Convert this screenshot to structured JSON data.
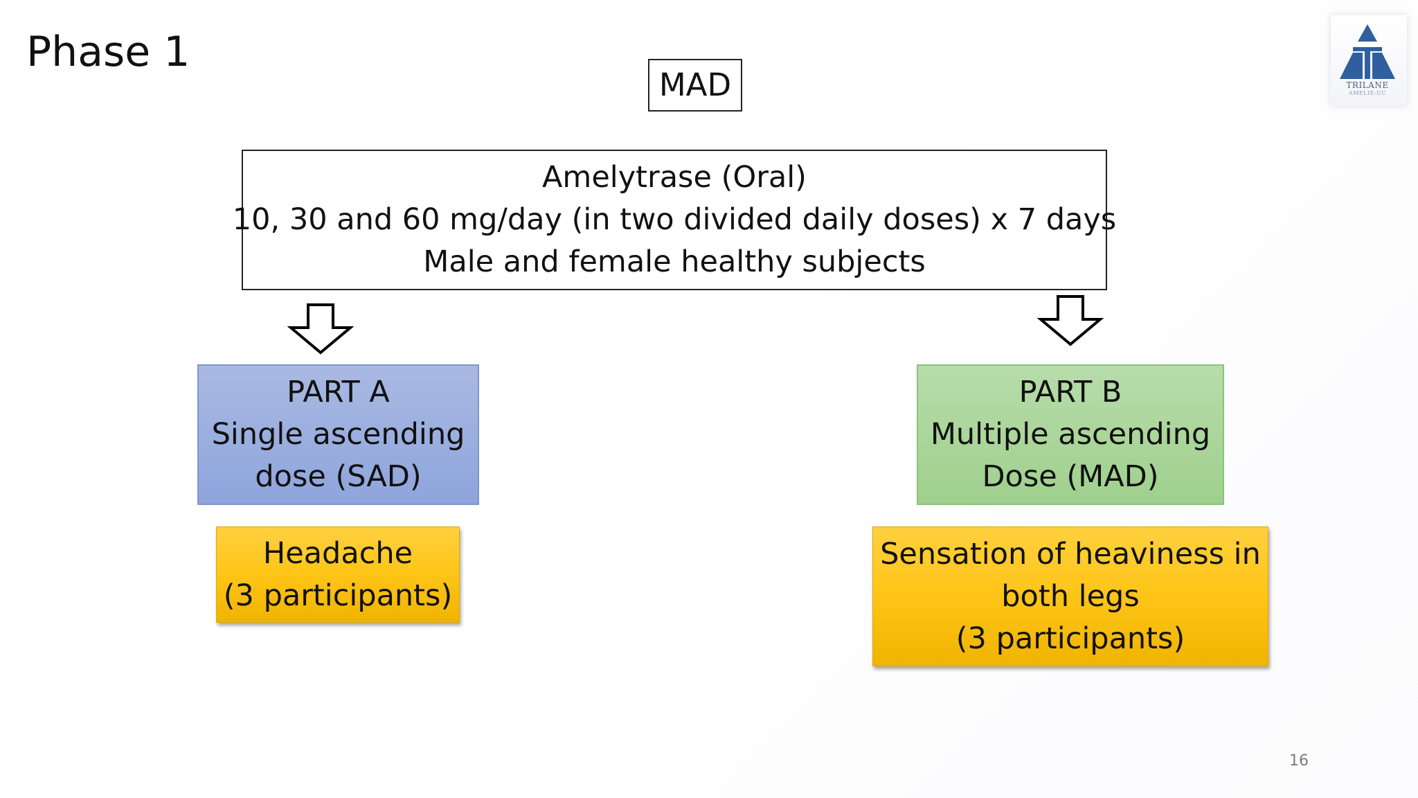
{
  "slide": {
    "title": "Phase 1",
    "page_number": "16"
  },
  "diagram": {
    "study_label": "MAD",
    "main_box": {
      "line1": "Amelytrase (Oral)",
      "line2": "10, 30 and 60 mg/day (in two divided daily doses) x 7 days",
      "line3": "Male and female healthy subjects"
    },
    "part_a": {
      "line1": "PART A",
      "line2": "Single ascending",
      "line3": "dose (SAD)",
      "color": "#8ea5dc"
    },
    "part_b": {
      "line1": "PART B",
      "line2": "Multiple ascending",
      "line3": "Dose (MAD)",
      "color": "#9fd08d"
    },
    "adverse_event_a": {
      "line1": "Headache",
      "line2": "(3 participants)",
      "color": "#ffc61a"
    },
    "adverse_event_b": {
      "line1": "Sensation of heaviness in",
      "line2": "both legs",
      "line3": "(3 participants)",
      "color": "#ffc61a"
    }
  },
  "logo": {
    "name": "TRILANE",
    "subtitle": "AMELIE-UC",
    "icon": "triangle-logo-icon",
    "color": "#2f5f9e"
  }
}
